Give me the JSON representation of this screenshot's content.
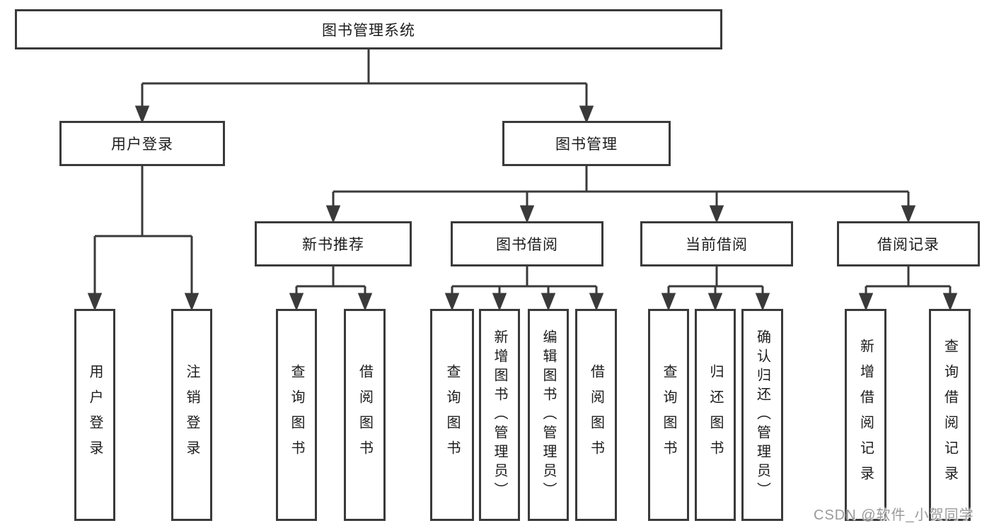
{
  "colors": {
    "line": "#3a3a3a",
    "ink": "#1c1c1c",
    "watermark": "#9a9a9a"
  },
  "watermark": {
    "text": "CSDN @软件_小贺同学"
  },
  "tree": {
    "label": "图书管理系统",
    "children": [
      {
        "label": "用户登录",
        "children": [
          {
            "label": "用户登录"
          },
          {
            "label": "注销登录"
          }
        ]
      },
      {
        "label": "图书管理",
        "children": [
          {
            "label": "新书推荐",
            "children": [
              {
                "label": "查询图书"
              },
              {
                "label": "借阅图书"
              }
            ]
          },
          {
            "label": "图书借阅",
            "children": [
              {
                "label": "查询图书"
              },
              {
                "label": "新增图书（管理员）"
              },
              {
                "label": "编辑图书（管理员）"
              },
              {
                "label": "借阅图书"
              }
            ]
          },
          {
            "label": "当前借阅",
            "children": [
              {
                "label": "查询图书"
              },
              {
                "label": "归还图书"
              },
              {
                "label": "确认归还（管理员）"
              }
            ]
          },
          {
            "label": "借阅记录",
            "children": [
              {
                "label": "新增借阅记录"
              },
              {
                "label": "查询借阅记录"
              }
            ]
          }
        ]
      }
    ]
  }
}
